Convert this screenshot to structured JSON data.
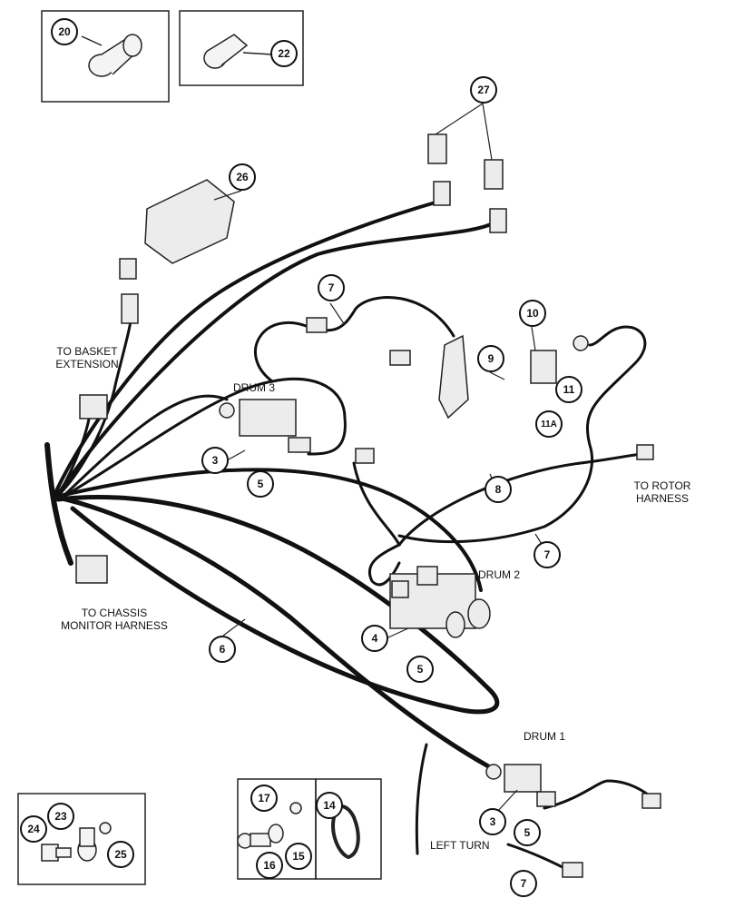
{
  "labels": {
    "to_basket_extension": "TO BASKET\nEXTENSION",
    "drum3": "DRUM 3",
    "drum2": "DRUM 2",
    "drum1": "DRUM 1",
    "to_rotor_harness": "TO ROTOR\nHARNESS",
    "to_chassis_monitor_harness": "TO CHASSIS\nMONITOR HARNESS",
    "left_turn": "LEFT TURN"
  },
  "callouts": {
    "c20": "20",
    "c22": "22",
    "c27": "27",
    "c26": "26",
    "c7_top": "7",
    "c10": "10",
    "c9": "9",
    "c11": "11",
    "c11a": "11A",
    "c3_drum3": "3",
    "c5_drum3": "5",
    "c8": "8",
    "c7_mid": "7",
    "c4": "4",
    "c5_drum2": "5",
    "c6": "6",
    "c3_drum1": "3",
    "c5_drum1": "5",
    "c7_bottom": "7",
    "c17": "17",
    "c14": "14",
    "c16": "16",
    "c15": "15",
    "c23": "23",
    "c24": "24",
    "c25": "25"
  }
}
